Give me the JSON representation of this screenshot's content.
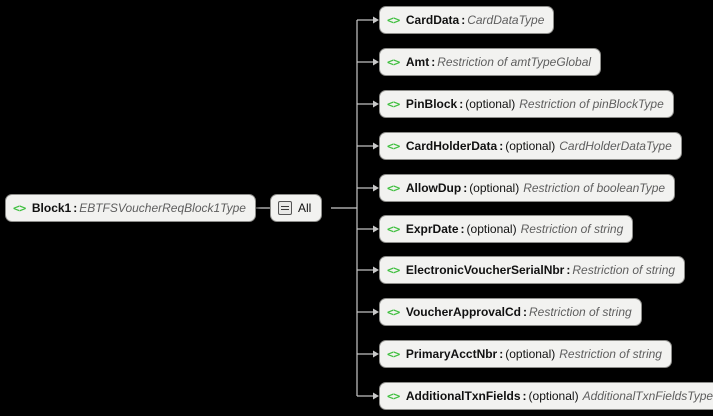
{
  "diagram": {
    "type": "xml-schema-tree",
    "background_color": "#000000",
    "node_fill": "#f2f2f0",
    "node_border": "#8d8d8a",
    "element_icon_color": "#3fbf3f",
    "type_text_color": "#5e5e5e",
    "connector_color": "#c8c8c8",
    "root": {
      "icon": "code-brackets-icon",
      "name": "Block1",
      "separator": ":",
      "type": "EBTFSVoucherReqBlock1Type"
    },
    "compositor": {
      "icon": "all-compositor-icon",
      "label": "All"
    },
    "children": [
      {
        "icon": "code-brackets-icon",
        "name": "CardData",
        "separator": ":",
        "optional": "",
        "type": "CardDataType"
      },
      {
        "icon": "code-brackets-icon",
        "name": "Amt",
        "separator": ":",
        "optional": "",
        "type": "Restriction of amtTypeGlobal"
      },
      {
        "icon": "code-brackets-icon",
        "name": "PinBlock",
        "separator": ":",
        "optional": "(optional)",
        "type": "Restriction of pinBlockType"
      },
      {
        "icon": "code-brackets-icon",
        "name": "CardHolderData",
        "separator": ":",
        "optional": "(optional)",
        "type": "CardHolderDataType"
      },
      {
        "icon": "code-brackets-icon",
        "name": "AllowDup",
        "separator": ":",
        "optional": "(optional)",
        "type": "Restriction of booleanType"
      },
      {
        "icon": "code-brackets-icon",
        "name": "ExprDate",
        "separator": ":",
        "optional": "(optional)",
        "type": "Restriction of string"
      },
      {
        "icon": "code-brackets-icon",
        "name": "ElectronicVoucherSerialNbr",
        "separator": ":",
        "optional": "",
        "type": "Restriction of string"
      },
      {
        "icon": "code-brackets-icon",
        "name": "VoucherApprovalCd",
        "separator": ":",
        "optional": "",
        "type": "Restriction of string"
      },
      {
        "icon": "code-brackets-icon",
        "name": "PrimaryAcctNbr",
        "separator": ":",
        "optional": "(optional)",
        "type": "Restriction of string"
      },
      {
        "icon": "code-brackets-icon",
        "name": "AdditionalTxnFields",
        "separator": ":",
        "optional": "(optional)",
        "type": "AdditionalTxnFieldsType"
      }
    ]
  }
}
